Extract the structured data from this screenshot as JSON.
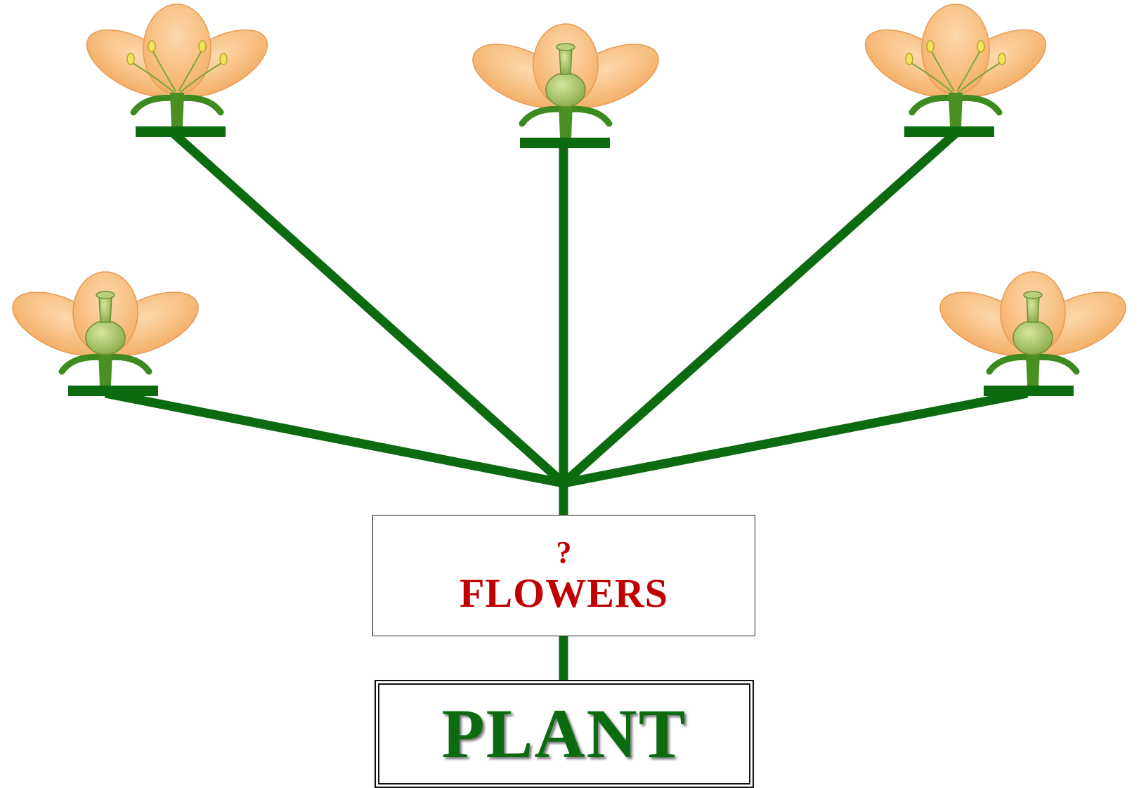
{
  "diagram": {
    "flowers_box": {
      "question_mark": "?",
      "label": "FLOWERS"
    },
    "plant_box": {
      "label": "PLANT"
    },
    "flowers": [
      {
        "name": "flower-top-left",
        "variant": "stamen-icon"
      },
      {
        "name": "flower-top-center",
        "variant": "pistil-icon"
      },
      {
        "name": "flower-top-right",
        "variant": "stamen-icon"
      },
      {
        "name": "flower-mid-left",
        "variant": "pistil-icon"
      },
      {
        "name": "flower-mid-right",
        "variant": "pistil-icon"
      }
    ],
    "colors": {
      "stem": "#0c6a10",
      "petal": "#f6b272",
      "petal_light": "#fcd5a5",
      "sepal": "#3f8a20",
      "pistil": "#a9c46a",
      "anther": "#f3e35a",
      "label_red": "#c00000"
    }
  }
}
